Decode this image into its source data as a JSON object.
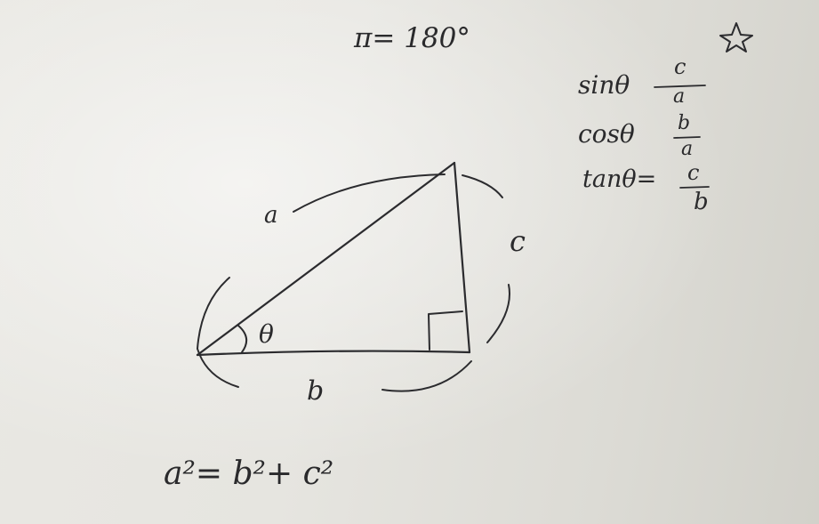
{
  "note": {
    "pi_equation": "π= 180°",
    "star_icon": "star-icon",
    "triangle": {
      "side_a": "a",
      "side_b": "b",
      "side_c": "c",
      "angle": "θ"
    },
    "trig": {
      "sin": {
        "label": "sinθ",
        "numerator": "c",
        "denominator": "a"
      },
      "cos": {
        "label": "cosθ",
        "numerator": "b",
        "denominator": "a"
      },
      "tan": {
        "label": "tanθ=",
        "numerator": "c",
        "denominator": "b"
      }
    },
    "pythagorean": "a²= b²+ c²"
  },
  "colors": {
    "ink": "#2b2b2e",
    "paper": "#e6e5e0"
  }
}
